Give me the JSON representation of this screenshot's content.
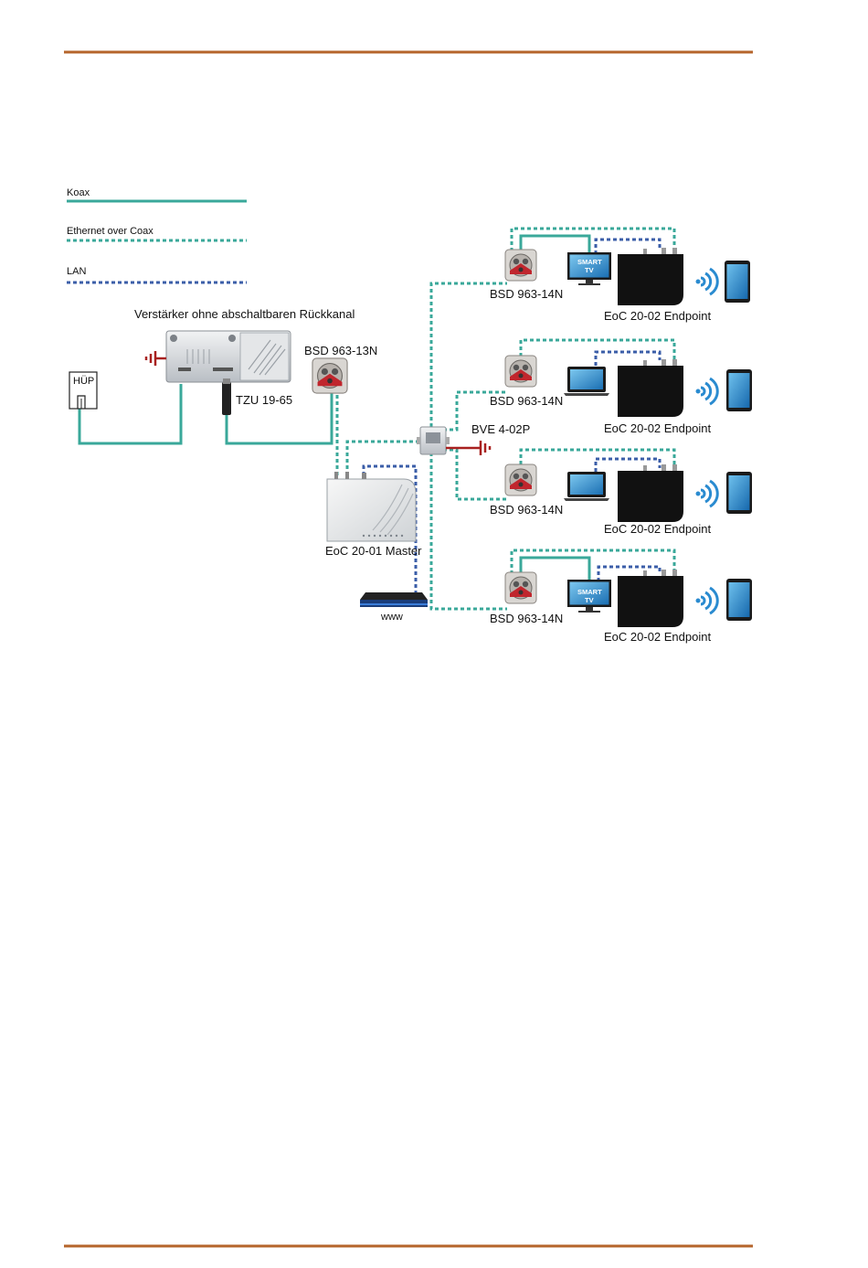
{
  "colors": {
    "rule": "#b5652b",
    "koax": "#3aa89a",
    "eoc": "#3aa89a",
    "lan": "#3b5ea8",
    "ground": "#a8201f",
    "wifi": "#2a8bd0"
  },
  "legend": [
    {
      "label": "Koax",
      "style": "solid"
    },
    {
      "label": "Ethernet over Coax",
      "style": "dotted"
    },
    {
      "label": "LAN",
      "style": "dotted"
    }
  ],
  "labels": {
    "amplifier": "Verstärker ohne abschaltbaren Rückkanal",
    "hup": "HÜP",
    "tzu": "TZU 19-65",
    "bsd13": "BSD 963-13N",
    "bve": "BVE 4-02P",
    "master": "EoC 20-01 Master",
    "www": "www",
    "smart_tv_line1": "SMART",
    "smart_tv_line2": "TV"
  },
  "branches": [
    {
      "socket": "BSD 963-14N",
      "endpoint": "EoC 20-02 Endpoint",
      "screen": "smart-tv"
    },
    {
      "socket": "BSD 963-14N",
      "endpoint": "EoC 20-02 Endpoint",
      "screen": "laptop"
    },
    {
      "socket": "BSD 963-14N",
      "endpoint": "EoC 20-02 Endpoint",
      "screen": "laptop"
    },
    {
      "socket": "BSD 963-14N",
      "endpoint": "EoC 20-02 Endpoint",
      "screen": "smart-tv"
    }
  ]
}
